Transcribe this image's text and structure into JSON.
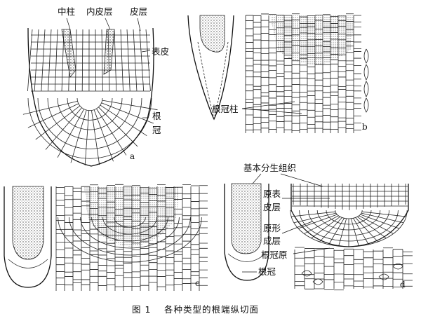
{
  "labels": {
    "zhongzhu": "中柱",
    "neipiceng": "内皮层",
    "piceng": "皮层",
    "biaopi": "表皮",
    "gen": "根",
    "guan": "冠",
    "a": "a",
    "genguanzhu": "根冠柱",
    "b": "b",
    "jibenfensheng": "基本分生组织",
    "yuanbiao": "原表",
    "piceng2": "皮层",
    "yuanxing": "原形",
    "chengceng": "成层",
    "genguanyuan": "根冠原",
    "genguan": "根冠",
    "c": "c",
    "d": "d"
  },
  "caption": {
    "fig": "图 1",
    "text": "各种类型的根端纵切面"
  }
}
